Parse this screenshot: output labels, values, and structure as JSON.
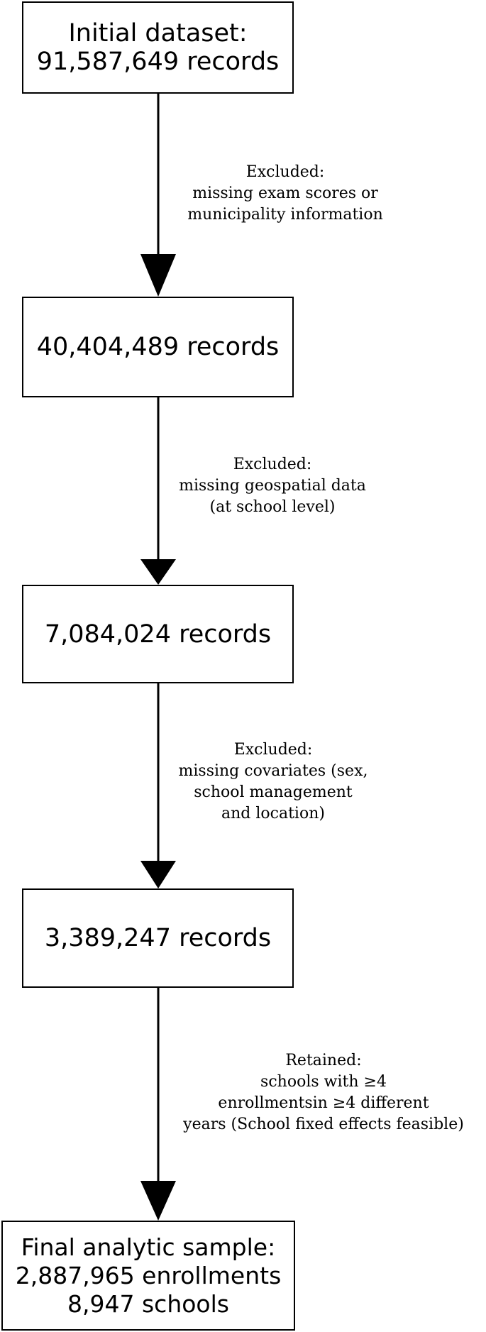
{
  "boxes": {
    "initial": {
      "line1": "Initial dataset:",
      "line2": "91,587,649 records"
    },
    "step2": {
      "line1": "40,404,489 records"
    },
    "step3": {
      "line1": "7,084,024 records"
    },
    "step4": {
      "line1": "3,389,247 records"
    },
    "final": {
      "line1": "Final analytic sample:",
      "line2": "2,887,965 enrollments",
      "line3": "8,947 schools"
    }
  },
  "notes": {
    "exclusion1": {
      "line1": "Excluded:",
      "line2": "missing exam scores or",
      "line3": "municipality information"
    },
    "exclusion2": {
      "line1": "Excluded:",
      "line2": "missing geospatial data",
      "line3": "(at school level)"
    },
    "exclusion3": {
      "line1": "Excluded:",
      "line2": "missing covariates (sex,",
      "line3": "school management",
      "line4": "and location)"
    },
    "retention": {
      "line1": "Retained:",
      "line2": "schools with ≥4",
      "line3": "enrollmentsin ≥4 different",
      "line4": "years (School fixed effects feasible)"
    }
  }
}
